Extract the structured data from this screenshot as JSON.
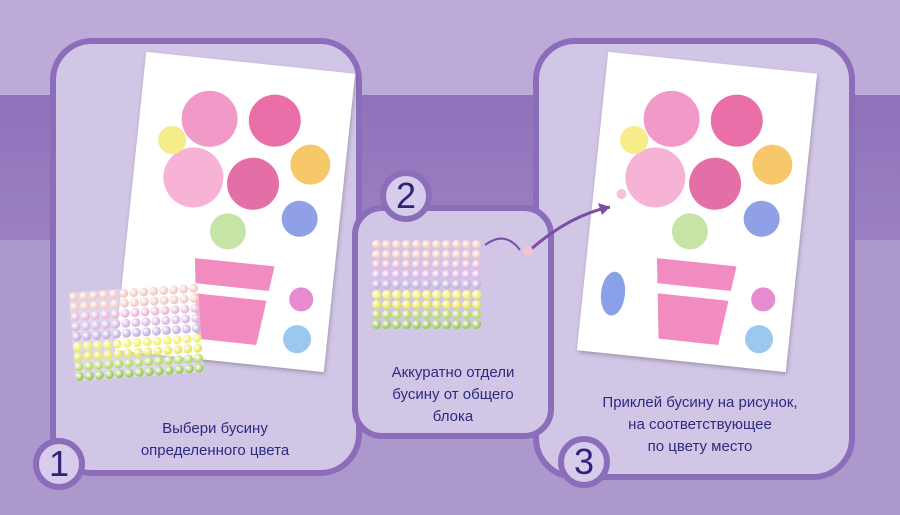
{
  "steps": [
    {
      "number": "1",
      "caption_lines": [
        "Выбери бусину",
        "определенного цвета"
      ]
    },
    {
      "number": "2",
      "caption_lines": [
        "Аккуратно отдели",
        "бусину от общего",
        "блока"
      ]
    },
    {
      "number": "3",
      "caption_lines": [
        "Приклей бусину на рисунок,",
        "на соответствующее",
        "по цвету место"
      ]
    }
  ],
  "colors": {
    "panel": "#d2c6e6",
    "border": "#8b6db9",
    "text": "#2e2a80",
    "band": "#8f72bb"
  },
  "bead_rows": [
    "#f3c9c4",
    "#f3c9c4",
    "#e9b8d8",
    "#d9b6e6",
    "#c4b0e0",
    "#f2ef6a",
    "#e8e85a",
    "#b6d86a",
    "#9cc95a"
  ]
}
